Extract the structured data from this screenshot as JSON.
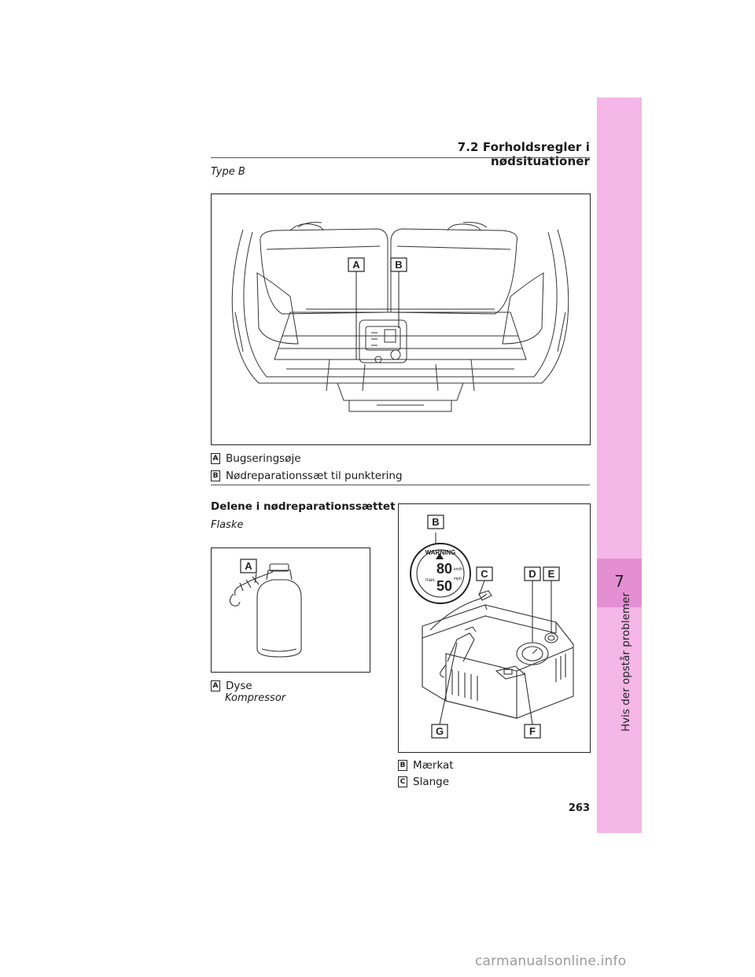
{
  "header": {
    "title": "7.2  Forholdsregler i nødsituationer"
  },
  "type_label": "Type B",
  "figure1": {
    "callouts": {
      "a": "A",
      "b": "B"
    },
    "legend": [
      {
        "key": "A",
        "text": "Bugseringsøje"
      },
      {
        "key": "B",
        "text": "Nødreparationssæt til punktering"
      }
    ]
  },
  "section": {
    "heading": "Delene i nødreparationssættet",
    "bottle_label": "Flaske",
    "bottle_callout": "A",
    "bottle_legend": {
      "key": "A",
      "text": "Dyse"
    },
    "compressor_label": "Kompressor"
  },
  "figure3": {
    "callouts": {
      "b": "B",
      "c": "C",
      "d": "D",
      "e": "E",
      "f": "F",
      "g": "G"
    },
    "sticker": {
      "warning": "WARNING",
      "speed_kmh": "80",
      "speed_mph": "50",
      "unit_kmh": "km/h",
      "unit_mph": "mph",
      "max": "max."
    },
    "legend": [
      {
        "key": "B",
        "text": "Mærkat"
      },
      {
        "key": "C",
        "text": "Slange"
      }
    ]
  },
  "page_number": "263",
  "side_tab": {
    "chapter_number": "7",
    "chapter_title": "Hvis der opstår problemer"
  },
  "watermark": "carmanualsonline.info"
}
